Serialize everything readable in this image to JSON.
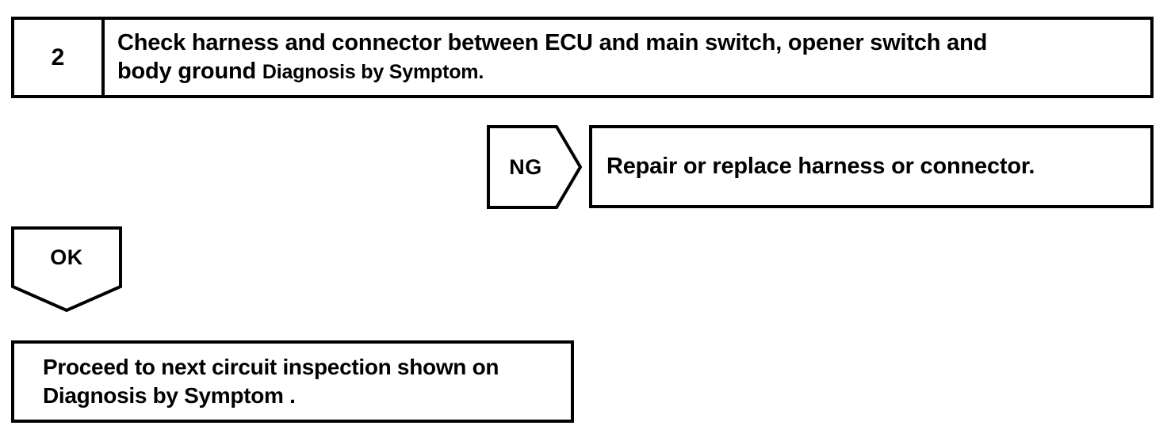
{
  "document": {
    "type": "automotive-diagnostic-flowchart",
    "ink_color": "#000000",
    "background_color": "#ffffff"
  },
  "step": {
    "number": "2",
    "instruction_line_1": "Check harness and connector between ECU and main switch, opener switch and",
    "instruction_line_2_lead": "body ground",
    "instruction_line_2_reference": "Diagnosis by Symptom",
    "instruction_line_2_terminator": "."
  },
  "branches": {
    "ng": {
      "marker_label": "NG",
      "marker_shape": "right-pointing-pentagon",
      "action_text": "Repair or replace harness or connector."
    },
    "ok": {
      "marker_label": "OK",
      "marker_shape": "down-pointing-pentagon",
      "action_line_1": "Proceed to next circuit inspection shown on",
      "action_line_2_reference": "Diagnosis by Symptom",
      "action_line_2_terminator": "."
    }
  }
}
